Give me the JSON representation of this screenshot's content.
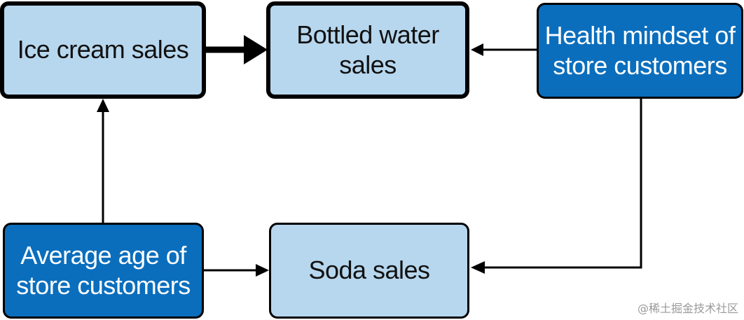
{
  "nodes": {
    "ice_cream": {
      "label": "Ice cream sales",
      "style": "light"
    },
    "bottled_water": {
      "label": "Bottled water\nsales",
      "style": "light"
    },
    "health_mindset": {
      "label": "Health mindset of\nstore customers",
      "style": "dark"
    },
    "average_age": {
      "label": "Average age of\nstore customers",
      "style": "dark"
    },
    "soda": {
      "label": "Soda sales",
      "style": "light"
    }
  },
  "edges": [
    {
      "from": "ice_cream",
      "to": "bottled_water",
      "emphasis": "bold"
    },
    {
      "from": "health_mindset",
      "to": "bottled_water",
      "emphasis": "normal"
    },
    {
      "from": "average_age",
      "to": "ice_cream",
      "emphasis": "normal"
    },
    {
      "from": "average_age",
      "to": "soda",
      "emphasis": "normal"
    },
    {
      "from": "health_mindset",
      "to": "soda",
      "emphasis": "normal"
    }
  ],
  "colors": {
    "light_fill": "#b7d7ee",
    "dark_fill": "#0a6ebd",
    "stroke": "#000000"
  },
  "watermark": "@稀土掘金技术社区"
}
